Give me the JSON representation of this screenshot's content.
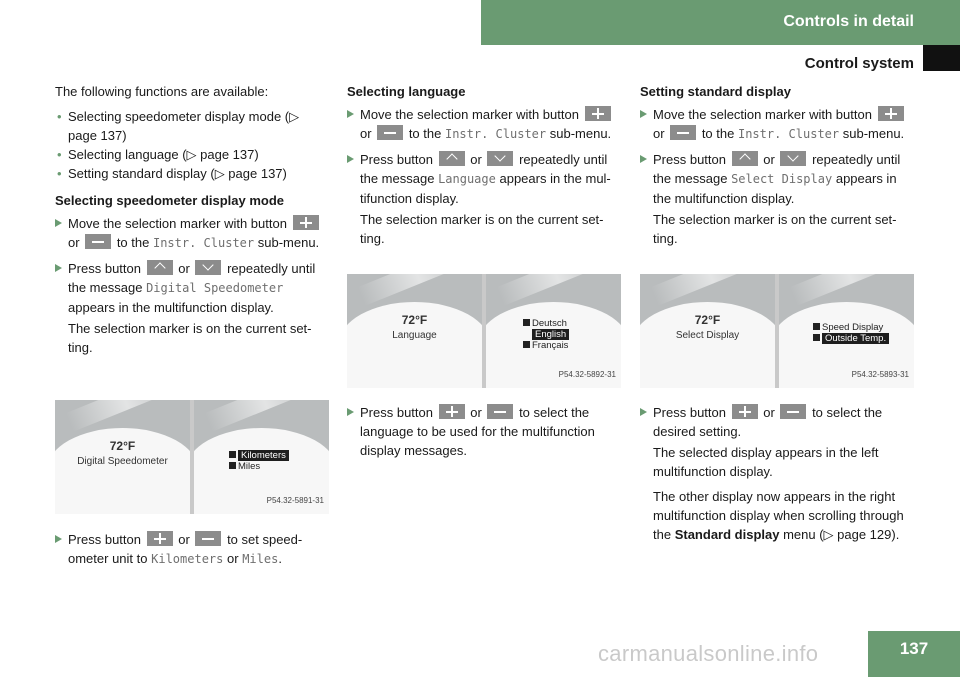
{
  "header": {
    "section": "Controls in detail",
    "subsection": "Control system"
  },
  "col1": {
    "intro": "The following functions are available:",
    "bullets": [
      "Selecting speedometer display mode (▷ page 137)",
      "Selecting language (▷ page 137)",
      "Setting standard display (▷ page 137)"
    ],
    "heading": "Selecting speedometer display mode",
    "step1_a": "Move the selection marker with button",
    "step1_or": "or",
    "step1_to": "to the",
    "step1_menu": "Instr. Cluster",
    "step1_b": "sub-menu.",
    "step2_a": "Press button",
    "step2_or": "or",
    "step2_b": "repeatedly until the message",
    "step2_msg": "Digital Speedometer",
    "step2_c": "appears in the multifunction display.",
    "step2_note": "The selection marker is on the current set-ting.",
    "step3_a": "Press button",
    "step3_or": "or",
    "step3_b": "to set speed-ometer unit to",
    "step3_km": "Kilometers",
    "step3_or2": "or",
    "step3_mi": "Miles",
    "step3_end": "."
  },
  "col2": {
    "heading": "Selecting language",
    "step1_a": "Move the selection marker with button",
    "step1_or": "or",
    "step1_to": "to the",
    "step1_menu": "Instr. Cluster",
    "step1_b": "sub-menu.",
    "step2_a": "Press button",
    "step2_or": "or",
    "step2_b": "repeatedly until the message",
    "step2_msg": "Language",
    "step2_c": "appears in the mul-tifunction display.",
    "step2_note": "The selection marker is on the current set-ting.",
    "step3_a": "Press button",
    "step3_or": "or",
    "step3_b": "to select the language to be used for the multifunction display messages."
  },
  "col3": {
    "heading": "Setting standard display",
    "step1_a": "Move the selection marker with button",
    "step1_or": "or",
    "step1_to": "to the",
    "step1_menu": "Instr. Cluster",
    "step1_b": "sub-menu.",
    "step2_a": "Press button",
    "step2_or": "or",
    "step2_b": "repeatedly until the message",
    "step2_msg": "Select Display",
    "step2_c": "appears in the multifunction display.",
    "step2_note": "The selection marker is on the current set-ting.",
    "step3_a": "Press button",
    "step3_or": "or",
    "step3_b": "to select the desired setting.",
    "note1": "The selected display appears in the left multifunction display.",
    "note2_a": "The other display now appears in the right multifunction display when scrolling through the",
    "note2_bold": "Standard display",
    "note2_b": "menu (▷ page 129)."
  },
  "fig1": {
    "temp": "72°F",
    "label": "Digital Speedometer",
    "menu": [
      "Kilometers",
      "Miles"
    ],
    "code": "P54.32-5891-31"
  },
  "fig2": {
    "temp": "72°F",
    "label": "Language",
    "menu": [
      "Deutsch",
      "English",
      "Français"
    ],
    "code": "P54.32-5892-31"
  },
  "fig3": {
    "temp": "72°F",
    "label": "Select Display",
    "menu": [
      "Speed Display",
      "Outside Temp."
    ],
    "code": "P54.32-5893-31"
  },
  "page_number": "137",
  "watermark": "carmanualsonline.info",
  "colors": {
    "accent": "#6a9b72",
    "button": "#8c8c8c"
  }
}
